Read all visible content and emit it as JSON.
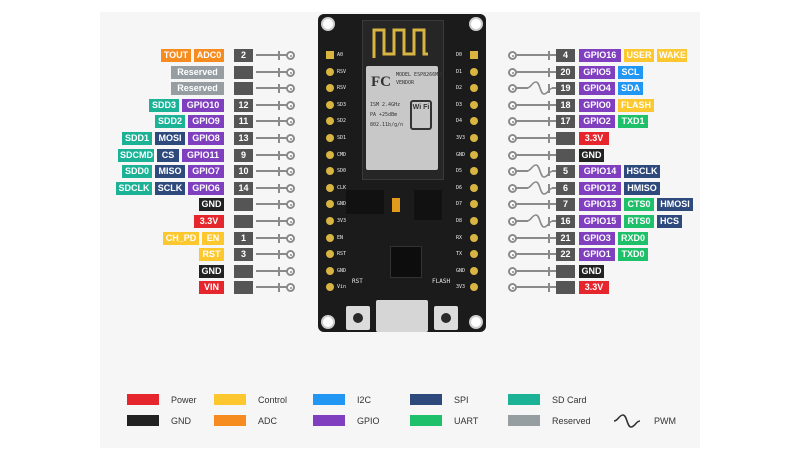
{
  "left_pins": [
    {
      "num": "2",
      "labels": [
        {
          "text": "TOUT",
          "color": "#f68b1f",
          "fg": "#ffffff"
        },
        {
          "text": "ADC0",
          "color": "#f68b1f",
          "fg": "#ffffff"
        }
      ]
    },
    {
      "num": "",
      "labels": [
        {
          "text": "Reserved",
          "color": "#969ea1",
          "fg": "#ffffff"
        }
      ]
    },
    {
      "num": "",
      "labels": [
        {
          "text": "Reserved",
          "color": "#969ea1",
          "fg": "#ffffff"
        }
      ]
    },
    {
      "num": "12",
      "labels": [
        {
          "text": "SDD3",
          "color": "#1bb295",
          "fg": "#ffffff"
        },
        {
          "text": "GPIO10",
          "color": "#7f3fbf",
          "fg": "#ffffff"
        }
      ]
    },
    {
      "num": "11",
      "labels": [
        {
          "text": "SDD2",
          "color": "#1bb295",
          "fg": "#ffffff"
        },
        {
          "text": "GPIO9",
          "color": "#7f3fbf",
          "fg": "#ffffff"
        }
      ]
    },
    {
      "num": "13",
      "labels": [
        {
          "text": "SDD1",
          "color": "#1bb295",
          "fg": "#ffffff"
        },
        {
          "text": "MOSI",
          "color": "#2e4a7d",
          "fg": "#ffffff"
        },
        {
          "text": "GPIO8",
          "color": "#7f3fbf",
          "fg": "#ffffff"
        }
      ]
    },
    {
      "num": "9",
      "labels": [
        {
          "text": "SDCMD",
          "color": "#1bb295",
          "fg": "#ffffff"
        },
        {
          "text": "CS",
          "color": "#2e4a7d",
          "fg": "#ffffff"
        },
        {
          "text": "GPIO11",
          "color": "#7f3fbf",
          "fg": "#ffffff"
        }
      ]
    },
    {
      "num": "10",
      "labels": [
        {
          "text": "SDD0",
          "color": "#1bb295",
          "fg": "#ffffff"
        },
        {
          "text": "MISO",
          "color": "#2e4a7d",
          "fg": "#ffffff"
        },
        {
          "text": "GPIO7",
          "color": "#7f3fbf",
          "fg": "#ffffff"
        }
      ]
    },
    {
      "num": "14",
      "labels": [
        {
          "text": "SDCLK",
          "color": "#1bb295",
          "fg": "#ffffff"
        },
        {
          "text": "SCLK",
          "color": "#2e4a7d",
          "fg": "#ffffff"
        },
        {
          "text": "GPIO6",
          "color": "#7f3fbf",
          "fg": "#ffffff"
        }
      ]
    },
    {
      "num": "",
      "labels": [
        {
          "text": "GND",
          "color": "#222222",
          "fg": "#ffffff"
        }
      ]
    },
    {
      "num": "",
      "labels": [
        {
          "text": "3.3V",
          "color": "#e5262d",
          "fg": "#ffffff"
        }
      ]
    },
    {
      "num": "1",
      "labels": [
        {
          "text": "CH_PD",
          "color": "#fdc72f",
          "fg": "#ffffff"
        },
        {
          "text": "EN",
          "color": "#fdc72f",
          "fg": "#ffffff"
        }
      ]
    },
    {
      "num": "3",
      "labels": [
        {
          "text": "RST",
          "color": "#fdc72f",
          "fg": "#ffffff"
        }
      ]
    },
    {
      "num": "",
      "labels": [
        {
          "text": "GND",
          "color": "#222222",
          "fg": "#ffffff"
        }
      ]
    },
    {
      "num": "",
      "labels": [
        {
          "text": "VIN",
          "color": "#e5262d",
          "fg": "#ffffff"
        }
      ]
    }
  ],
  "right_pins": [
    {
      "num": "4",
      "pwm": false,
      "labels": [
        {
          "text": "GPIO16",
          "color": "#7f3fbf",
          "fg": "#ffffff"
        },
        {
          "text": "USER",
          "color": "#fdc72f",
          "fg": "#ffffff"
        },
        {
          "text": "WAKE",
          "color": "#fdc72f",
          "fg": "#ffffff"
        }
      ]
    },
    {
      "num": "20",
      "pwm": false,
      "labels": [
        {
          "text": "GPIO5",
          "color": "#7f3fbf",
          "fg": "#ffffff"
        },
        {
          "text": "SCL",
          "color": "#2196f3",
          "fg": "#ffffff"
        }
      ]
    },
    {
      "num": "19",
      "pwm": true,
      "labels": [
        {
          "text": "GPIO4",
          "color": "#7f3fbf",
          "fg": "#ffffff"
        },
        {
          "text": "SDA",
          "color": "#2196f3",
          "fg": "#ffffff"
        }
      ]
    },
    {
      "num": "18",
      "pwm": false,
      "labels": [
        {
          "text": "GPIO0",
          "color": "#7f3fbf",
          "fg": "#ffffff"
        },
        {
          "text": "FLASH",
          "color": "#fdc72f",
          "fg": "#ffffff"
        }
      ]
    },
    {
      "num": "17",
      "pwm": false,
      "labels": [
        {
          "text": "GPIO2",
          "color": "#7f3fbf",
          "fg": "#ffffff"
        },
        {
          "text": "TXD1",
          "color": "#1fc06a",
          "fg": "#ffffff"
        }
      ]
    },
    {
      "num": "",
      "pwm": false,
      "labels": [
        {
          "text": "3.3V",
          "color": "#e5262d",
          "fg": "#ffffff"
        }
      ]
    },
    {
      "num": "",
      "pwm": false,
      "labels": [
        {
          "text": "GND",
          "color": "#222222",
          "fg": "#ffffff"
        }
      ]
    },
    {
      "num": "5",
      "pwm": true,
      "labels": [
        {
          "text": "GPIO14",
          "color": "#7f3fbf",
          "fg": "#ffffff"
        },
        {
          "text": "HSCLK",
          "color": "#2e4a7d",
          "fg": "#ffffff"
        }
      ]
    },
    {
      "num": "6",
      "pwm": true,
      "labels": [
        {
          "text": "GPIO12",
          "color": "#7f3fbf",
          "fg": "#ffffff"
        },
        {
          "text": "HMISO",
          "color": "#2e4a7d",
          "fg": "#ffffff"
        }
      ]
    },
    {
      "num": "7",
      "pwm": false,
      "labels": [
        {
          "text": "GPIO13",
          "color": "#7f3fbf",
          "fg": "#ffffff"
        },
        {
          "text": "CTS0",
          "color": "#1fc06a",
          "fg": "#ffffff"
        },
        {
          "text": "HMOSI",
          "color": "#2e4a7d",
          "fg": "#ffffff"
        }
      ]
    },
    {
      "num": "16",
      "pwm": true,
      "labels": [
        {
          "text": "GPIO15",
          "color": "#7f3fbf",
          "fg": "#ffffff"
        },
        {
          "text": "RTS0",
          "color": "#1fc06a",
          "fg": "#ffffff"
        },
        {
          "text": "HCS",
          "color": "#2e4a7d",
          "fg": "#ffffff"
        }
      ]
    },
    {
      "num": "21",
      "pwm": false,
      "labels": [
        {
          "text": "GPIO3",
          "color": "#7f3fbf",
          "fg": "#ffffff"
        },
        {
          "text": "RXD0",
          "color": "#1fc06a",
          "fg": "#ffffff"
        }
      ]
    },
    {
      "num": "22",
      "pwm": false,
      "labels": [
        {
          "text": "GPIO1",
          "color": "#7f3fbf",
          "fg": "#ffffff"
        },
        {
          "text": "TXD0",
          "color": "#1fc06a",
          "fg": "#ffffff"
        }
      ]
    },
    {
      "num": "",
      "pwm": false,
      "labels": [
        {
          "text": "GND",
          "color": "#222222",
          "fg": "#ffffff"
        }
      ]
    },
    {
      "num": "",
      "pwm": false,
      "labels": [
        {
          "text": "3.3V",
          "color": "#e5262d",
          "fg": "#ffffff"
        }
      ]
    }
  ],
  "board": {
    "left_silk": [
      "A0",
      "RSV",
      "RSV",
      "SD3",
      "SD2",
      "SD1",
      "CMD",
      "SD0",
      "CLK",
      "GND",
      "3V3",
      "EN",
      "RST",
      "GND",
      "Vin"
    ],
    "right_silk": [
      "D0",
      "D1",
      "D2",
      "D3",
      "D4",
      "3V3",
      "GND",
      "D5",
      "D6",
      "D7",
      "D8",
      "RX",
      "TX",
      "GND",
      "3V3"
    ],
    "rst_label": "RST",
    "flash_label": "FLASH",
    "module_brand": "FC",
    "module_model": "MODEL ESP8266MOD",
    "module_vendor": "VENDOR",
    "module_lines": [
      "ISM 2.4GHz",
      "PA +25dBm",
      "802.11b/g/n"
    ],
    "wifi_text": "Wi Fi"
  },
  "legend": [
    {
      "label": "Power",
      "color": "#e5262d",
      "type": "swatch"
    },
    {
      "label": "Control",
      "color": "#fdc72f",
      "type": "swatch"
    },
    {
      "label": "I2C",
      "color": "#2196f3",
      "type": "swatch"
    },
    {
      "label": "SPI",
      "color": "#2e4a7d",
      "type": "swatch"
    },
    {
      "label": "SD Card",
      "color": "#1bb295",
      "type": "swatch"
    },
    {
      "label": "GND",
      "color": "#222222",
      "type": "swatch"
    },
    {
      "label": "ADC",
      "color": "#f68b1f",
      "type": "swatch"
    },
    {
      "label": "GPIO",
      "color": "#7f3fbf",
      "type": "swatch"
    },
    {
      "label": "UART",
      "color": "#1fc06a",
      "type": "swatch"
    },
    {
      "label": "Reserved",
      "color": "#969ea1",
      "type": "swatch"
    },
    {
      "label": "PWM",
      "color": "#333333",
      "type": "pwm"
    }
  ]
}
